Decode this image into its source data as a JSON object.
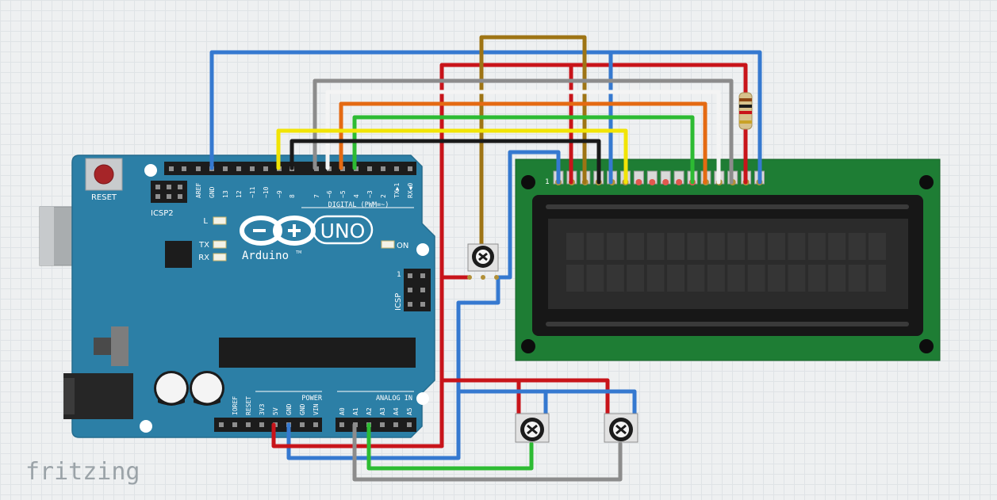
{
  "app": {
    "brand": "fritzing"
  },
  "arduino": {
    "reset_label": "RESET",
    "icsp2_label": "ICSP2",
    "icsp_label": "ICSP",
    "icsp_pin1": "1",
    "led_l_label": "L",
    "led_tx_label": "TX",
    "led_rx_label": "RX",
    "on_label": "ON",
    "uno_label": "UNO",
    "brand_label": "Arduino",
    "tm_label": "TM",
    "digital_header_label": "DIGITAL (PWM=~)",
    "digital_pins": [
      "AREF",
      "GND",
      "13",
      "12",
      "~11",
      "~10",
      "~9",
      "8",
      "7",
      "~6",
      "~5",
      "4",
      "~3",
      "2",
      "TX▶1",
      "RX◀0"
    ],
    "power_header_label": "POWER",
    "power_pins": [
      "IOREF",
      "RESET",
      "3V3",
      "5V",
      "GND",
      "GND",
      "VIN"
    ],
    "analog_header_label": "ANALOG IN",
    "analog_pins": [
      "A0",
      "A1",
      "A2",
      "A3",
      "A4",
      "A5"
    ]
  },
  "lcd": {
    "pin1_label": "1"
  },
  "colors": {
    "board": "#2c7fa6",
    "lcd_pcb": "#1e7d34",
    "wire_red": "#c8141a",
    "wire_blue": "#3579d0",
    "wire_yellow": "#f1e406",
    "wire_black": "#1a1a1a",
    "wire_gray": "#8c8c8c",
    "wire_white": "#f4f4f4",
    "wire_orange": "#e46a12",
    "wire_green": "#2dbb33",
    "wire_brown": "#9e7414"
  }
}
